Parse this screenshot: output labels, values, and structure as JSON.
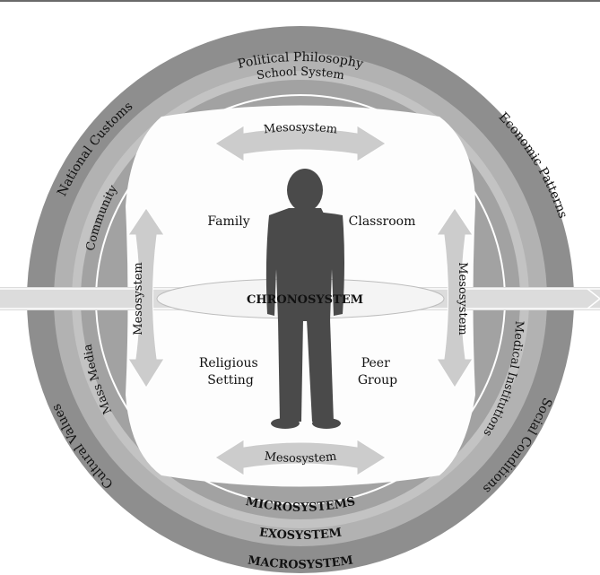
{
  "macrosystem": {
    "outer_items": [
      "Political Philosophy",
      "Economic Patterns",
      "Social Conditions",
      "Cultural Values",
      "National Customs"
    ],
    "title": "MACROSYSTEM"
  },
  "exosystem": {
    "items": [
      "School System",
      "Medical Institutions",
      "Mass Media",
      "Community"
    ],
    "title": "EXOSYSTEM"
  },
  "microsystems": {
    "title": "MICROSYSTEMS",
    "items": [
      "Family",
      "Classroom",
      "Religious Setting",
      "Peer Group"
    ]
  },
  "mesosystem_label": "Mesosystem",
  "chronosystem_label": "CHRONOSYSTEM",
  "colors": {
    "macro_ring": "#8e8e8e",
    "exo_ring": "#b2b2b2",
    "micro_ring": "#a2a2a2",
    "inner": "#fdfdfd",
    "arrow": "#cccccc",
    "figure": "#4a4a4a"
  }
}
